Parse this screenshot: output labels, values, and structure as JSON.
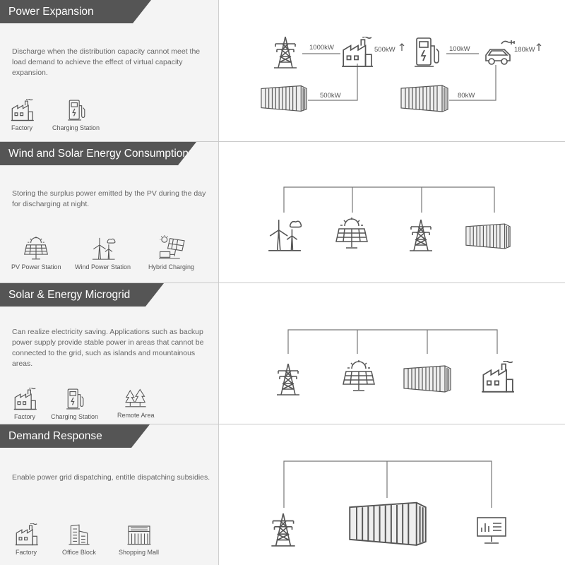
{
  "sections": [
    {
      "title": "Power Expansion",
      "description": "Discharge when the distribution capacity cannot meet the load demand to achieve the effect of virtual capacity expansion.",
      "apps": [
        {
          "label": "Factory",
          "icon": "factory-icon"
        },
        {
          "label": "Charging Station",
          "icon": "charging-station-icon"
        }
      ],
      "diagram": {
        "flow_labels": [
          "1000kW",
          "500kW",
          "100kW",
          "80kW"
        ],
        "load_labels": [
          "500kW",
          "180kW"
        ]
      }
    },
    {
      "title": "Wind and Solar Energy Consumption",
      "description": "Storing the surplus power emitted by the PV during the day for discharging at night.",
      "apps": [
        {
          "label": "PV Power Station",
          "icon": "solar-panel-icon"
        },
        {
          "label": "Wind Power Station",
          "icon": "wind-turbine-icon"
        },
        {
          "label": "Hybrid Charging",
          "icon": "hybrid-charging-icon"
        }
      ]
    },
    {
      "title": "Solar & Energy Microgrid",
      "description": "Can realize electricity saving. Applications such as backup power supply provide stable power in areas that cannot be connected to the grid, such as islands and mountainous areas.",
      "apps": [
        {
          "label": "Factory",
          "icon": "factory-icon"
        },
        {
          "label": "Charging Station",
          "icon": "charging-station-icon"
        },
        {
          "label": "Remote Area",
          "icon": "trees-icon"
        }
      ]
    },
    {
      "title": "Demand Response",
      "description": "Enable power grid dispatching, entitle dispatching subsidies.",
      "apps": [
        {
          "label": "Factory",
          "icon": "factory-icon"
        },
        {
          "label": "Office Block",
          "icon": "office-block-icon"
        },
        {
          "label": "Shopping Mall",
          "icon": "shopping-mall-icon"
        }
      ]
    }
  ],
  "colors": {
    "banner": "#555555",
    "left_panel": "#f4f4f4",
    "line": "#777777"
  }
}
